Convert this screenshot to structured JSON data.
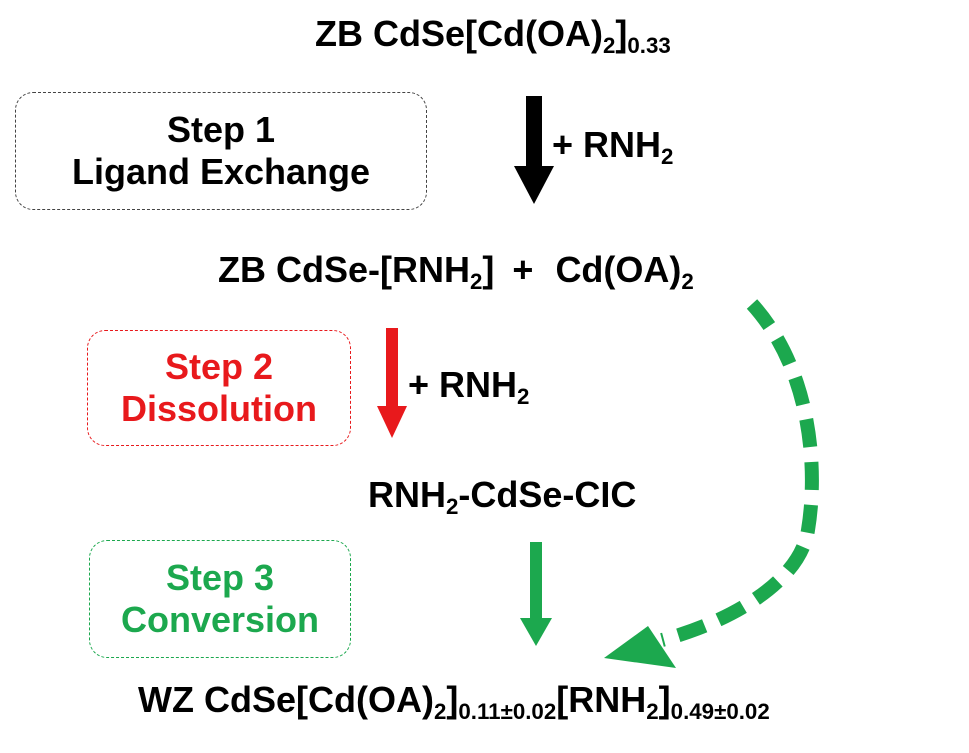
{
  "start": {
    "prefix": "ZB CdSe[Cd(OA)",
    "sub1": "2",
    "close": "]",
    "sub2": "0.33"
  },
  "step1": {
    "line1": "Step 1",
    "line2": "Ligand Exchange",
    "color": "#000000",
    "reagent": {
      "main": "+ RNH",
      "sub": "2"
    }
  },
  "intermediate1": {
    "part1": "ZB CdSe-[RNH",
    "sub1": "2",
    "part2": "]",
    "plus": "+",
    "byproduct": "Cd(OA)",
    "sub2": "2"
  },
  "step2": {
    "line1": "Step 2",
    "line2": "Dissolution",
    "color": "#e8191c",
    "reagent": {
      "main": "+ RNH",
      "sub": "2"
    }
  },
  "intermediate2": {
    "part1": "RNH",
    "sub1": "2",
    "part2": "-CdSe-CIC"
  },
  "step3": {
    "line1": "Step 3",
    "line2": "Conversion",
    "color": "#1ca84e"
  },
  "product": {
    "part1": "WZ CdSe[Cd(OA)",
    "sub1": "2",
    "part2": "]",
    "sub2": "0.11±0.02",
    "part3": "[RNH",
    "sub3": "2",
    "part4": "]",
    "sub4": "0.49±0.02"
  },
  "colors": {
    "arrow_step1": "#000000",
    "arrow_step2": "#e8191c",
    "arrow_step3": "#1ca84e",
    "dashed_pathway": "#1ca84e"
  }
}
